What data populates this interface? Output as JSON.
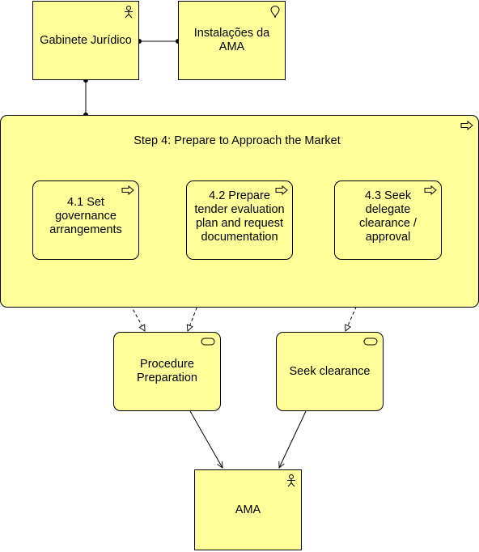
{
  "elements": {
    "gabinete": {
      "label": "Gabinete Jurídico",
      "icon": "actor-icon"
    },
    "instalacoes": {
      "label": "Instalações da AMA",
      "icon": "location-icon"
    },
    "step4": {
      "label": "Step 4: Prepare to Approach the Market",
      "icon": "process-arrow-icon"
    },
    "p41": {
      "label": "4.1 Set governance arrangements",
      "icon": "process-arrow-icon"
    },
    "p42": {
      "label": "4.2 Prepare tender evaluation plan and request documentation",
      "icon": "process-arrow-icon"
    },
    "p43": {
      "label": "4.3 Seek delegate clearance / approval",
      "icon": "process-arrow-icon"
    },
    "procedure": {
      "label": "Procedure Preparation",
      "icon": "service-icon"
    },
    "seek": {
      "label": "Seek clearance",
      "icon": "service-icon"
    },
    "ama": {
      "label": "AMA",
      "icon": "actor-icon"
    }
  },
  "colors": {
    "fill": "#ffff99",
    "stroke": "#000000",
    "background": "#ffffff"
  }
}
